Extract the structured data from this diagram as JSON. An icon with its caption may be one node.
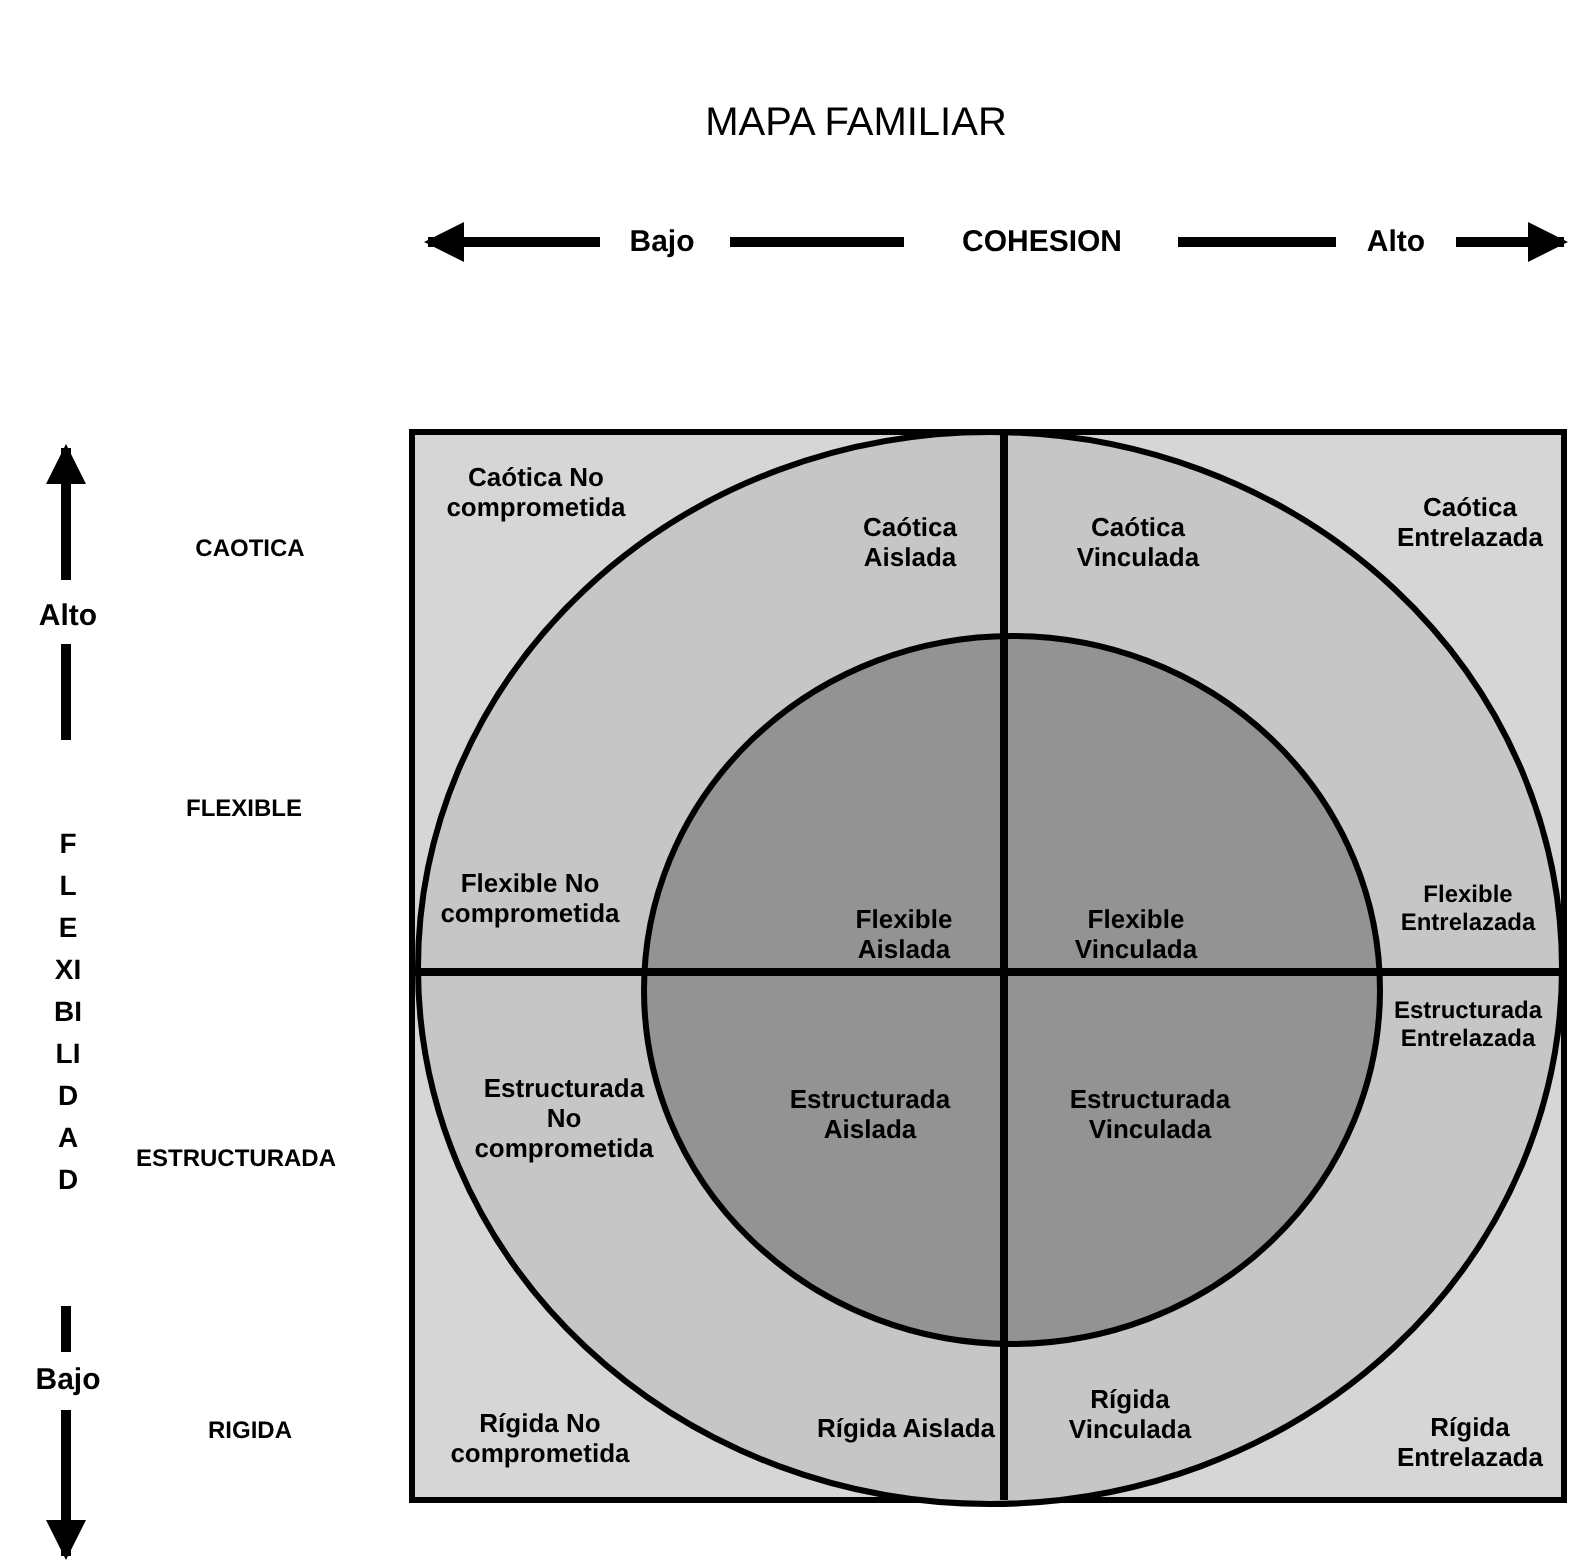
{
  "diagram": {
    "title": "MAPA FAMILIAR",
    "labels": [
      "Bajo",
      "COHESION",
      "Alto",
      "Alto",
      "FLEXIBILIDAD",
      "Bajo",
      "CAOTICA",
      "FLEXIBLE",
      "ESTRUCTURADA",
      "RIGIDA",
      "Caótica No comprometida",
      "Caótica Aislada",
      "Caótica Vinculada",
      "Caótica Entrelazada",
      "Flexible No comprometida",
      "Flexible Aislada",
      "Flexible Vinculada",
      "Flexible Entrelazada",
      "Estructurada No comprometida",
      "Estructurada Aislada",
      "Estructurada Vinculada",
      "Estructurada Entrelazada",
      "Rígida No comprometida",
      "Rígida Aislada",
      "Rígida Vinculada",
      "Rígida Entrelazada"
    ]
  }
}
